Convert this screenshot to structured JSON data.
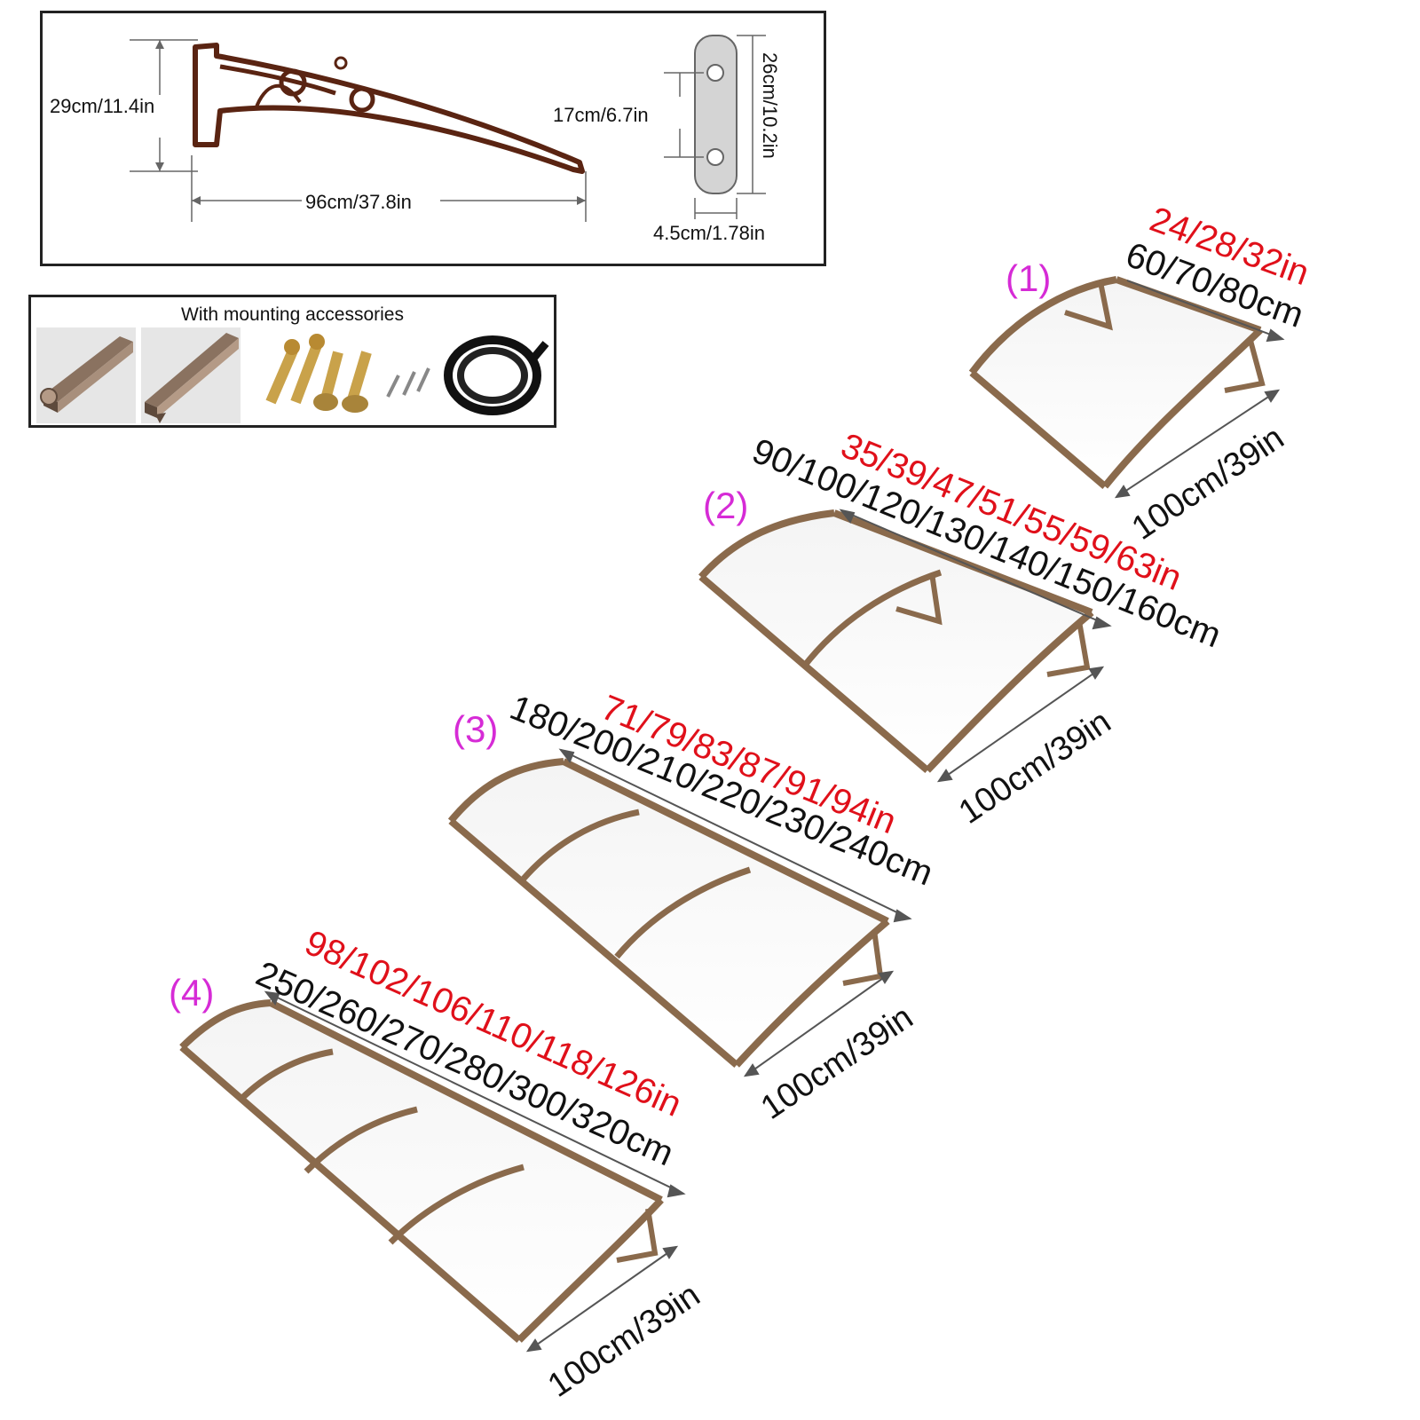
{
  "bracket_diagram": {
    "height_label": "29cm/11.4in",
    "length_label": "96cm/37.8in",
    "hole_spacing_label": "17cm/6.7in",
    "plate_height_label": "26cm/10.2in",
    "plate_width_label": "4.5cm/1.78in"
  },
  "accessories": {
    "title": "With mounting accessories",
    "items": [
      "rail-profile-1",
      "rail-profile-2",
      "expansion-bolts-and-screws",
      "sealing-strip"
    ]
  },
  "colors": {
    "frame": "#8a6a4c",
    "bracket": "#6b2a16",
    "inches": "#e0101a",
    "label": "#d62bd6",
    "cm": "#111111"
  },
  "variants": [
    {
      "label": "(1)",
      "inches": "24/28/32in",
      "cm": "60/70/80cm",
      "depth": "100cm/39in",
      "panels": 1
    },
    {
      "label": "(2)",
      "inches": "35/39/47/51/55/59/63in",
      "cm": "90/100/120/130/140/150/160cm",
      "depth": "100cm/39in",
      "panels": 2
    },
    {
      "label": "(3)",
      "inches": "71/79/83/87/91/94in",
      "cm": "180/200/210/220/230/240cm",
      "depth": "100cm/39in",
      "panels": 3
    },
    {
      "label": "(4)",
      "inches": "98/102/106/110/118/126in",
      "cm": "250/260/270/280/300/320cm",
      "depth": "100cm/39in",
      "panels": 4
    }
  ]
}
